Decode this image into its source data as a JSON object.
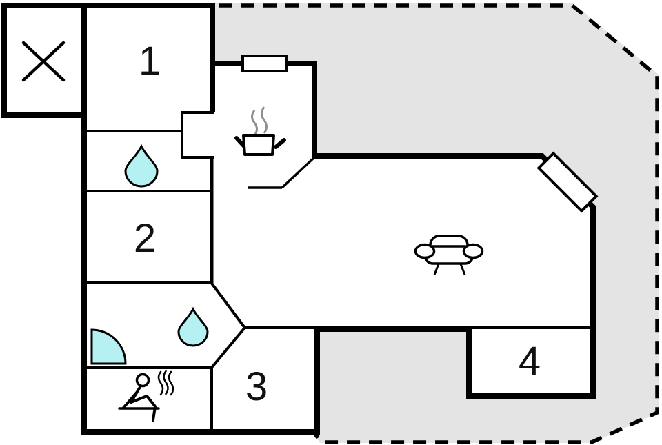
{
  "floorplan": {
    "title": "apartment-floor-plan",
    "rooms": [
      {
        "id": "room-1",
        "label": "1"
      },
      {
        "id": "room-2",
        "label": "2"
      },
      {
        "id": "room-3",
        "label": "3"
      },
      {
        "id": "room-4",
        "label": "4"
      }
    ],
    "icons": {
      "entrance": "crossed-room-icon",
      "bathroom_top": "water-drop-icon",
      "bathroom_lower": "water-drop-icon",
      "shower": "shower-quarter-circle-icon",
      "kitchen": "cooking-pot-steam-icon",
      "living_room": "sofa-icon",
      "sauna": "sauna-person-icon",
      "wall_openings": [
        "window-marker",
        "door-marker"
      ]
    },
    "colors": {
      "terrace": "#e4e4e4",
      "water": "#b5f0f2",
      "walls": "#000000",
      "steam": "#8f8f8f",
      "background": "#ffffff"
    }
  }
}
